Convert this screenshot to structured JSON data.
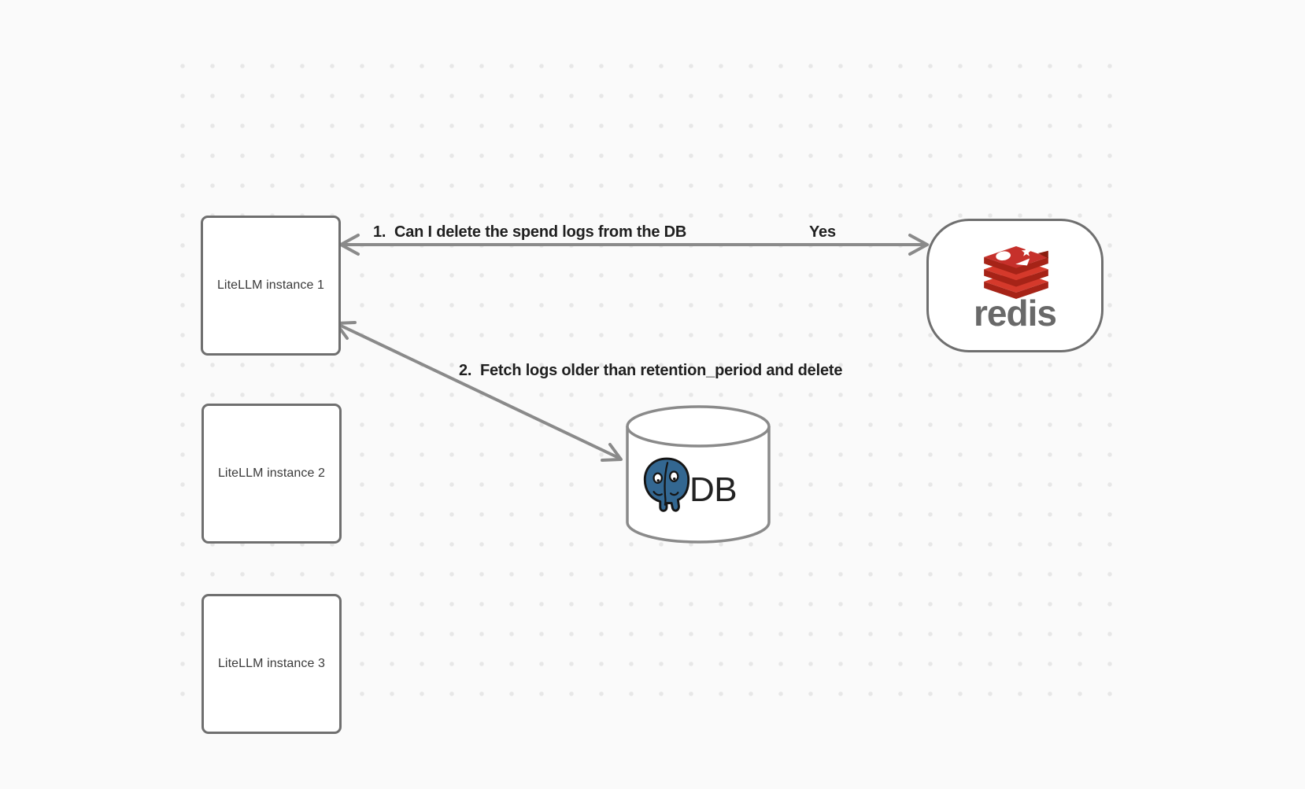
{
  "canvas": {
    "background_color": "#fafafa",
    "dot_color": "#e7e7e7"
  },
  "nodes": {
    "litellm1": {
      "label": "LiteLLM instance 1"
    },
    "litellm2": {
      "label": "LiteLLM instance 2"
    },
    "litellm3": {
      "label": "LiteLLM instance 3"
    },
    "redis": {
      "wordmark": "redis"
    },
    "database": {
      "label": "DB"
    }
  },
  "edges": {
    "redis_to_litellm1": {
      "label": "1.  Can I delete the spend logs from the DB",
      "reply_label": "Yes"
    },
    "litellm1_to_db": {
      "label": "2.  Fetch logs older than retention_period and delete"
    }
  },
  "colors": {
    "node_border": "#6f6f6f",
    "arrow": "#8a8a8a",
    "label_text": "#1f1f1f",
    "redis_red": "#c6302b",
    "redis_dark_red": "#a62317",
    "redis_wordmark_gray": "#696969",
    "postgres_blue": "#336791"
  }
}
